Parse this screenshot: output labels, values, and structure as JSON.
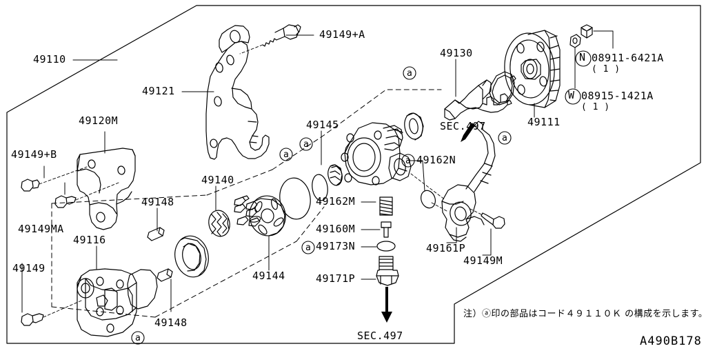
{
  "diagram": {
    "title": "Power Steering Oil Pump exploded parts diagram",
    "drawing_number": "A490B178",
    "note_text": "注）ⓐ印の部品はコード４９１１０Ｋ の構成を示します。",
    "line_color": "#000000",
    "background": "#ffffff"
  },
  "callouts": {
    "c49110": "49110",
    "c49121": "49121",
    "c49120M": "49120M",
    "c49149pA": "49149+A",
    "c49149pB": "49149+B",
    "c49149MA": "49149MA",
    "c49116": "49116",
    "c49149": "49149",
    "c49148a": "49148",
    "c49148b": "49148",
    "c49140": "49140",
    "c49144": "49144",
    "c49145": "49145",
    "c49130": "49130",
    "c49111": "49111",
    "c49162N": "49162N",
    "c49162M": "49162M",
    "c49160M": "49160M",
    "c49173N": "49173N",
    "c49171P": "49171P",
    "c49161P": "49161P",
    "c49149M": "49149M",
    "sec497a": "SEC.497",
    "sec497b": "SEC.497",
    "nut_code": "08911-6421A",
    "nut_qty": "( 1 )",
    "washer_code": "08915-1421A",
    "washer_qty": "( 1 )",
    "nut_symbol": "N",
    "washer_symbol": "W",
    "ref_mark": "a"
  }
}
